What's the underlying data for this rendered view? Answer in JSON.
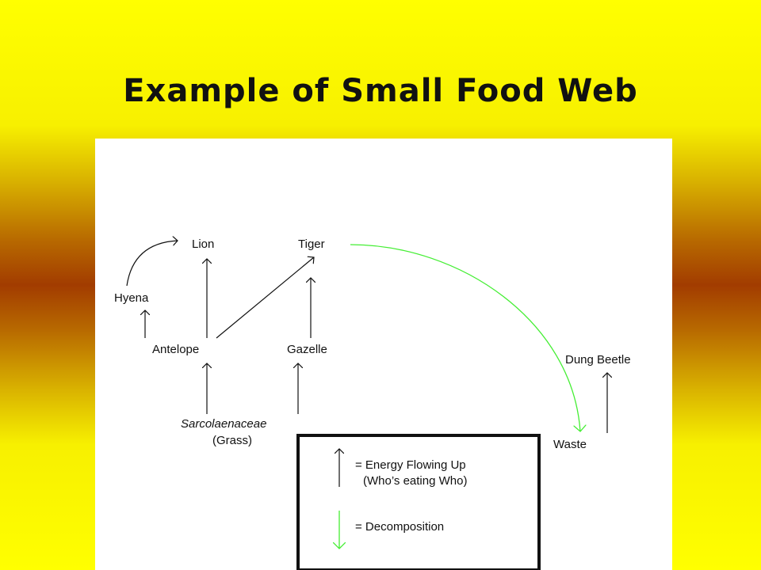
{
  "slide": {
    "title": "Example of Small Food Web"
  },
  "nodes": {
    "lion": "Lion",
    "tiger": "Tiger",
    "hyena": "Hyena",
    "antelope": "Antelope",
    "gazelle": "Gazelle",
    "dung_beetle": "Dung Beetle",
    "sarcolaenaceae": "Sarcolaenaceae",
    "grass": "(Grass)",
    "waste": "Waste"
  },
  "legend": {
    "energy_line1": "= Energy Flowing Up",
    "energy_line2": "(Who’s eating Who)",
    "decomposition": "= Decomposition"
  },
  "colors": {
    "energy_arrow": "#111111",
    "decomposition_arrow": "#44ee33"
  }
}
